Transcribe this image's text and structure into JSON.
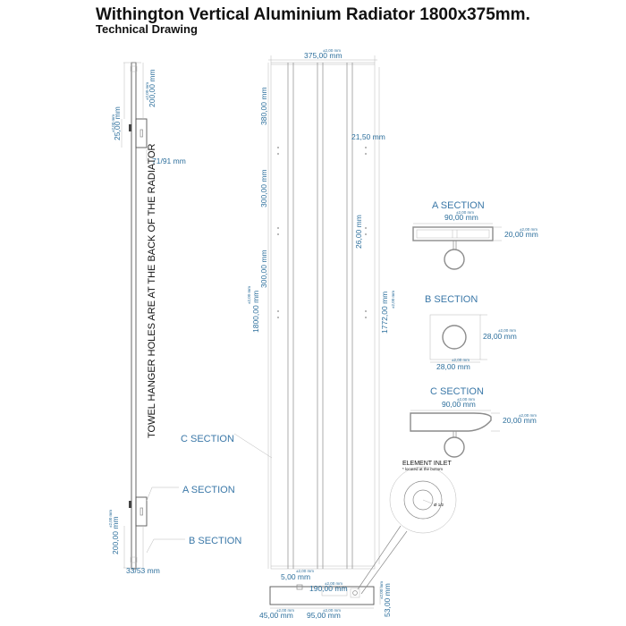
{
  "title": "Withington Vertical Aluminium Radiator 1800x375mm.",
  "subtitle": "Technical Drawing",
  "tolerance": "±2,00 mm",
  "side_view": {
    "dim_top": "200,00 mm",
    "dim_offset": "25,00 mm",
    "dim_centers_top": "71/91 mm",
    "dim_bottom": "200,00 mm",
    "dim_centers_bottom": "33/53 mm",
    "note": "TOWEL HANGER HOLES ARE AT THE BACK OF THE RADIATOR"
  },
  "callouts": {
    "c_section": "C SECTION",
    "a_section": "A SECTION",
    "b_section": "B SECTION"
  },
  "front_view": {
    "width": "375,00 mm",
    "seg1": "380,00 mm",
    "seg2": "300,00 mm",
    "seg3": "300,00 mm",
    "total_height": "1800,00 mm",
    "tube_width": "21,50 mm",
    "tube_gap": "26,00 mm",
    "inner_height": "1772,00 mm"
  },
  "section_a": {
    "label": "A SECTION",
    "width": "90,00 mm",
    "depth": "20,00 mm"
  },
  "section_b": {
    "label": "B SECTION",
    "height": "28,00 mm",
    "width": "28,00 mm"
  },
  "section_c": {
    "label": "C SECTION",
    "width": "90,00 mm",
    "depth": "20,00 mm"
  },
  "element_inlet": {
    "label": "ELEMENT INLET",
    "sub": "* located at the bottom",
    "diameter": "Ø 1/2"
  },
  "bottom_view": {
    "dim_5": "5,00 mm",
    "dim_190": "190,00 mm",
    "dim_45": "45,00 mm",
    "dim_95": "95,00 mm",
    "dim_53": "53,00 mm"
  }
}
